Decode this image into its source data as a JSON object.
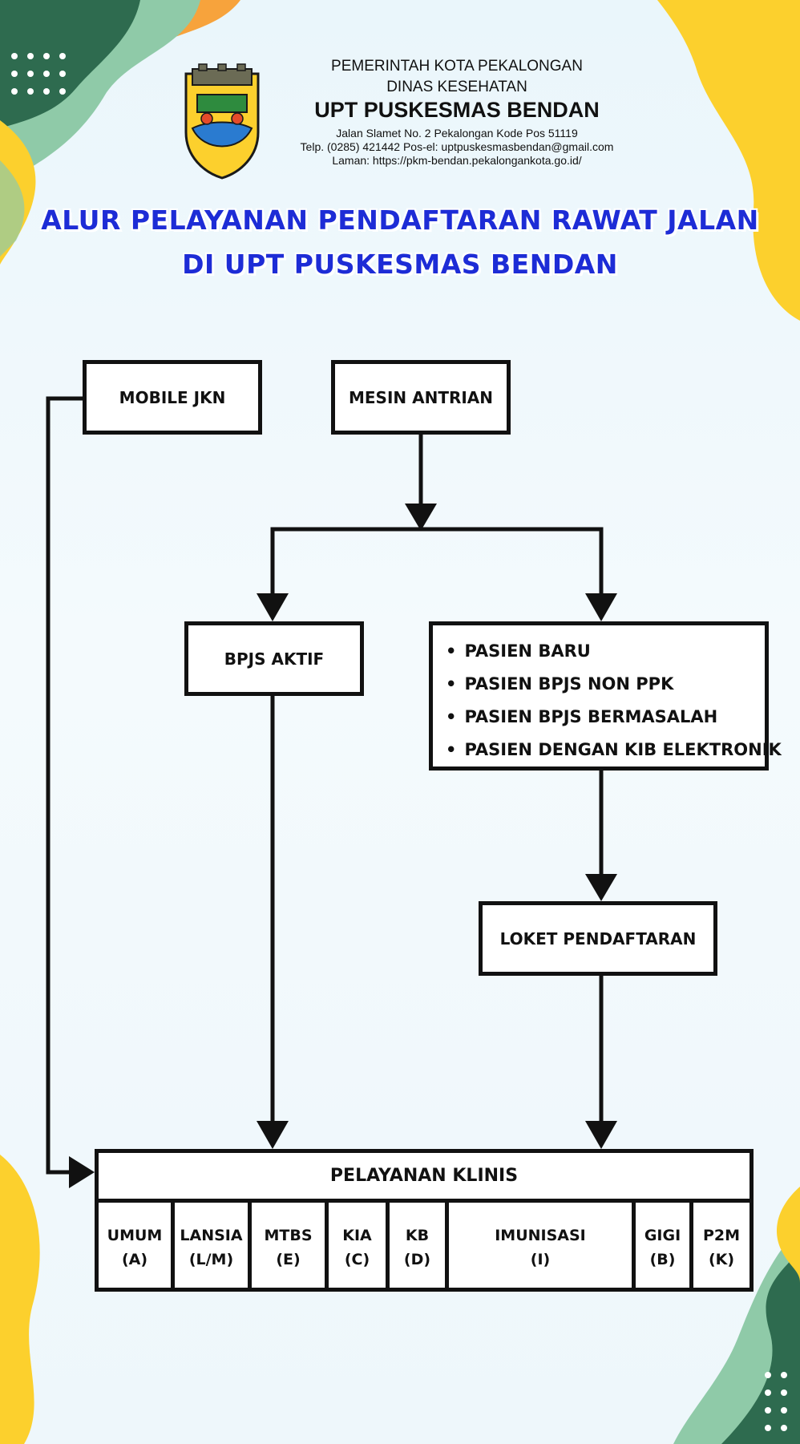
{
  "header": {
    "government": "PEMERINTAH KOTA PEKALONGAN",
    "department": "DINAS KESEHATAN",
    "unit": "UPT PUSKESMAS BENDAN",
    "address": "Jalan Slamet No. 2 Pekalongan Kode Pos 51119",
    "contact": "Telp. (0285) 421442 Pos-el: uptpuskesmasbendan@gmail.com",
    "website": "Laman: https://pkm-bendan.pekalongankota.go.id/"
  },
  "title": {
    "line1": "ALUR PELAYANAN PENDAFTARAN RAWAT JALAN",
    "line2": "DI UPT PUSKESMAS BENDAN"
  },
  "flow": {
    "mobile_jkn": "MOBILE JKN",
    "mesin_antrian": "MESIN ANTRIAN",
    "bpjs_aktif": "BPJS AKTIF",
    "patient_types": [
      "PASIEN BARU",
      "PASIEN BPJS NON PPK",
      "PASIEN BPJS BERMASALAH",
      "PASIEN DENGAN KIB ELEKTRONIK"
    ],
    "loket": "LOKET PENDAFTARAN",
    "clinical": {
      "title": "PELAYANAN KLINIS",
      "services": [
        {
          "name": "UMUM",
          "code": "(A)"
        },
        {
          "name": "LANSIA",
          "code": "(L/M)"
        },
        {
          "name": "MTBS",
          "code": "(E)"
        },
        {
          "name": "KIA",
          "code": "(C)"
        },
        {
          "name": "KB",
          "code": "(D)"
        },
        {
          "name": "IMUNISASI",
          "code": "(I)"
        },
        {
          "name": "GIGI",
          "code": "(B)"
        },
        {
          "name": "P2M",
          "code": "(K)"
        }
      ]
    }
  },
  "colors": {
    "title": "#1d2cd6",
    "line": "#111111",
    "accent_yellow": "#fcd02d",
    "accent_green": "#2e6b4f",
    "accent_mint": "#8fcaa8",
    "accent_orange": "#f7a33c"
  }
}
